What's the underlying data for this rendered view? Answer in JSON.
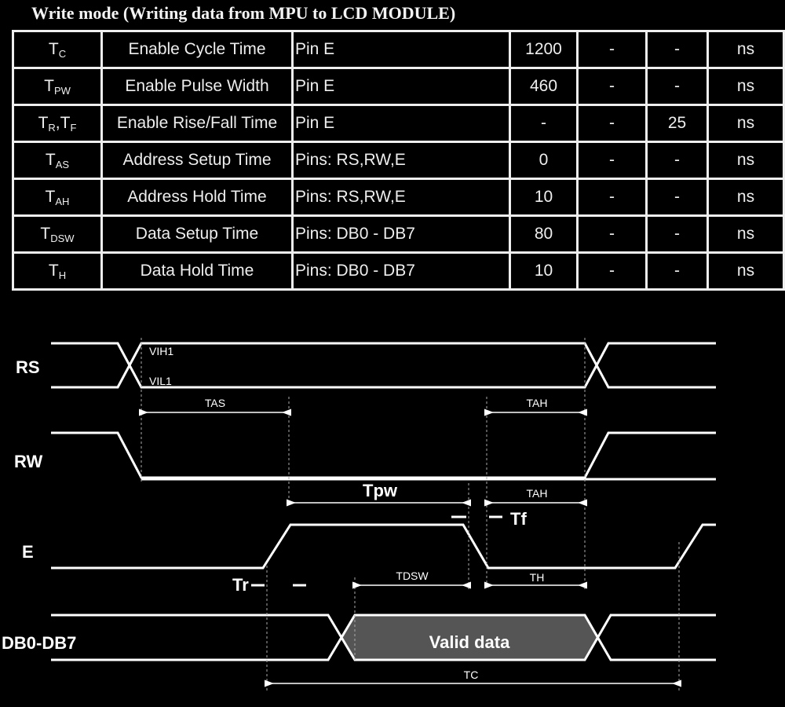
{
  "title": "Write mode (Writing data from MPU to LCD MODULE)",
  "rows": [
    {
      "sym": "T",
      "sub": "C",
      "param": "Enable Cycle Time",
      "pin": "Pin E",
      "min": "1200",
      "typ": "-",
      "max": "-",
      "unit": "ns"
    },
    {
      "sym": "T",
      "sub": "PW",
      "param": "Enable Pulse Width",
      "pin": "Pin E",
      "min": "460",
      "typ": "-",
      "max": "-",
      "unit": "ns"
    },
    {
      "sym": "T",
      "sub": "R",
      "sym2": ",T",
      "sub2": "F",
      "param": "Enable Rise/Fall Time",
      "pin": "Pin E",
      "min": "-",
      "typ": "-",
      "max": "25",
      "unit": "ns"
    },
    {
      "sym": "T",
      "sub": "AS",
      "param": "Address Setup Time",
      "pin": "Pins: RS,RW,E",
      "min": "0",
      "typ": "-",
      "max": "-",
      "unit": "ns"
    },
    {
      "sym": "T",
      "sub": "AH",
      "param": "Address Hold Time",
      "pin": "Pins: RS,RW,E",
      "min": "10",
      "typ": "-",
      "max": "-",
      "unit": "ns"
    },
    {
      "sym": "T",
      "sub": "DSW",
      "param": "Data Setup Time",
      "pin": "Pins: DB0 - DB7",
      "min": "80",
      "typ": "-",
      "max": "-",
      "unit": "ns"
    },
    {
      "sym": "T",
      "sub": "H",
      "param": "Data Hold Time",
      "pin": "Pins: DB0 - DB7",
      "min": "10",
      "typ": "-",
      "max": "-",
      "unit": "ns"
    }
  ],
  "diagram": {
    "signals": {
      "rs": "RS",
      "rw": "RW",
      "e": "E",
      "db": "DB0-DB7"
    },
    "levels": {
      "vih": "VIH1",
      "vil": "VIL1"
    },
    "labels": {
      "tas": "TAS",
      "tah1": "TAH",
      "tah2": "TAH",
      "tpw": "Tpw",
      "tf": "Tf",
      "tr": "Tr",
      "tdsw": "TDSW",
      "th": "TH",
      "tc": "TC",
      "valid": "Valid data"
    }
  }
}
